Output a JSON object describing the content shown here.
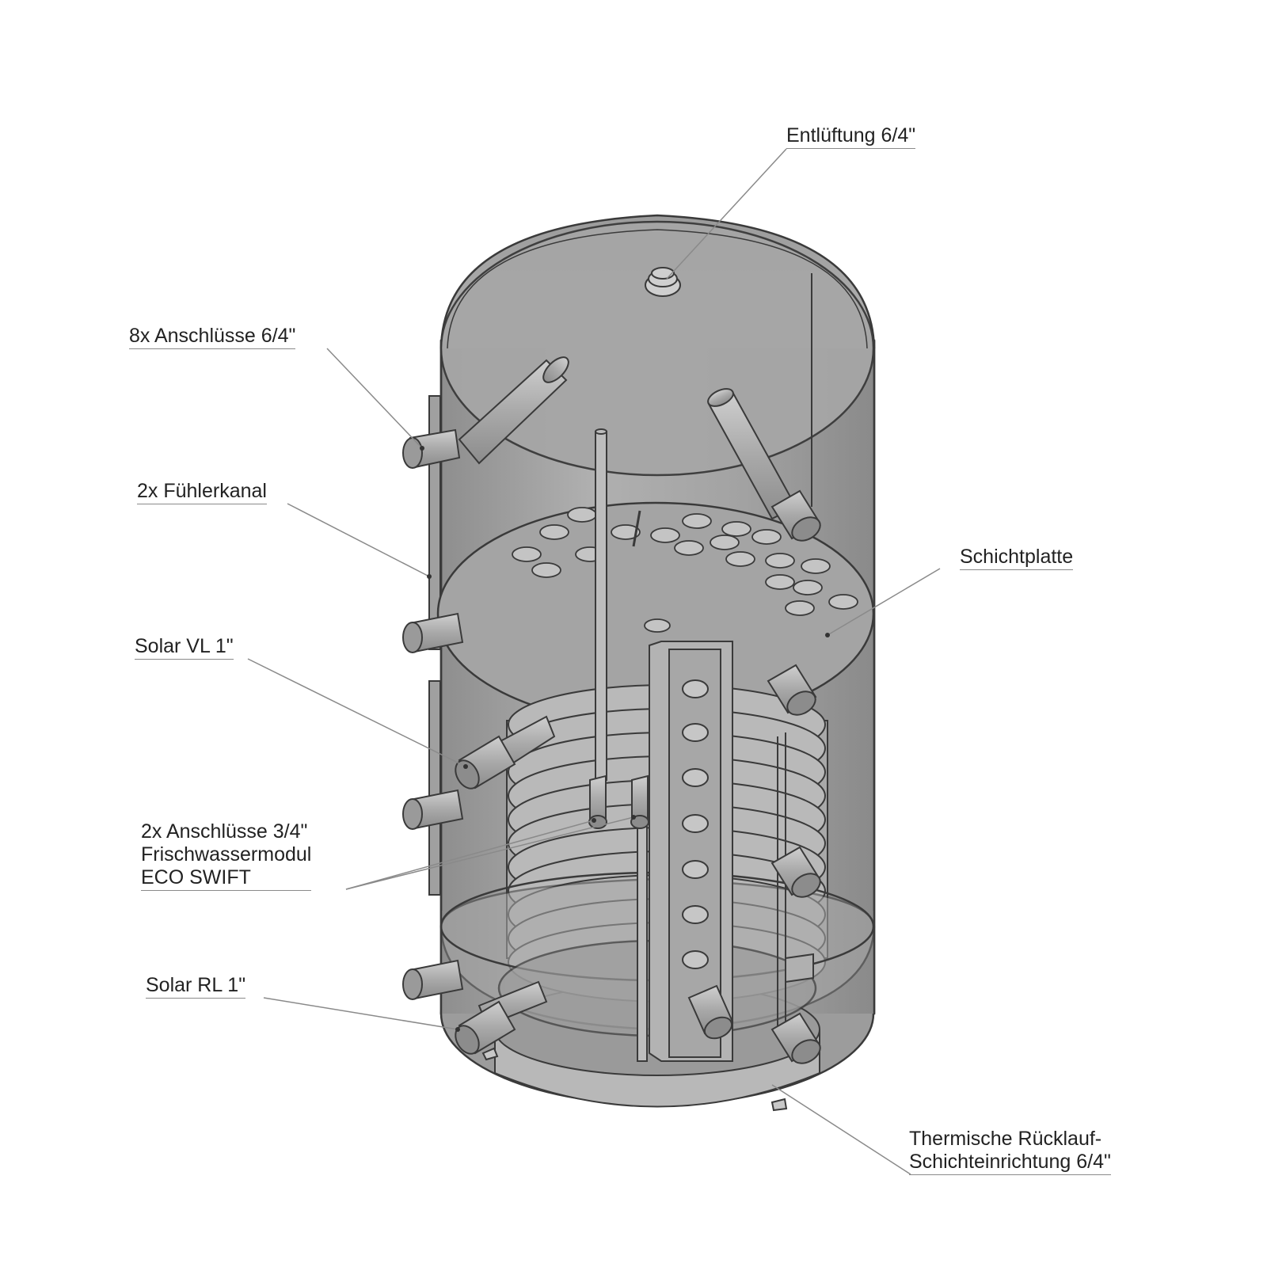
{
  "labels": {
    "entlueftung": "Entlüftung 6/4\"",
    "anschluesse_64": "8x Anschlüsse 6/4\"",
    "fuehlerkanal": "2x Fühlerkanal",
    "schichtplatte": "Schichtplatte",
    "solar_vl": "Solar VL 1\"",
    "anschluesse_34": [
      "2x Anschlüsse 3/4\"",
      "Frischwassermodul",
      "ECO SWIFT"
    ],
    "solar_rl": "Solar RL 1\"",
    "thermische": [
      "Thermische Rücklauf-",
      "Schichteinrichtung 6/4\""
    ]
  },
  "colors": {
    "body": "#a9a9a9",
    "body_dark": "#8f8f8f",
    "outline": "#3a3a3a",
    "pipe": "#b5b5b5",
    "leader": "#8a8a8a",
    "text": "#222222"
  }
}
